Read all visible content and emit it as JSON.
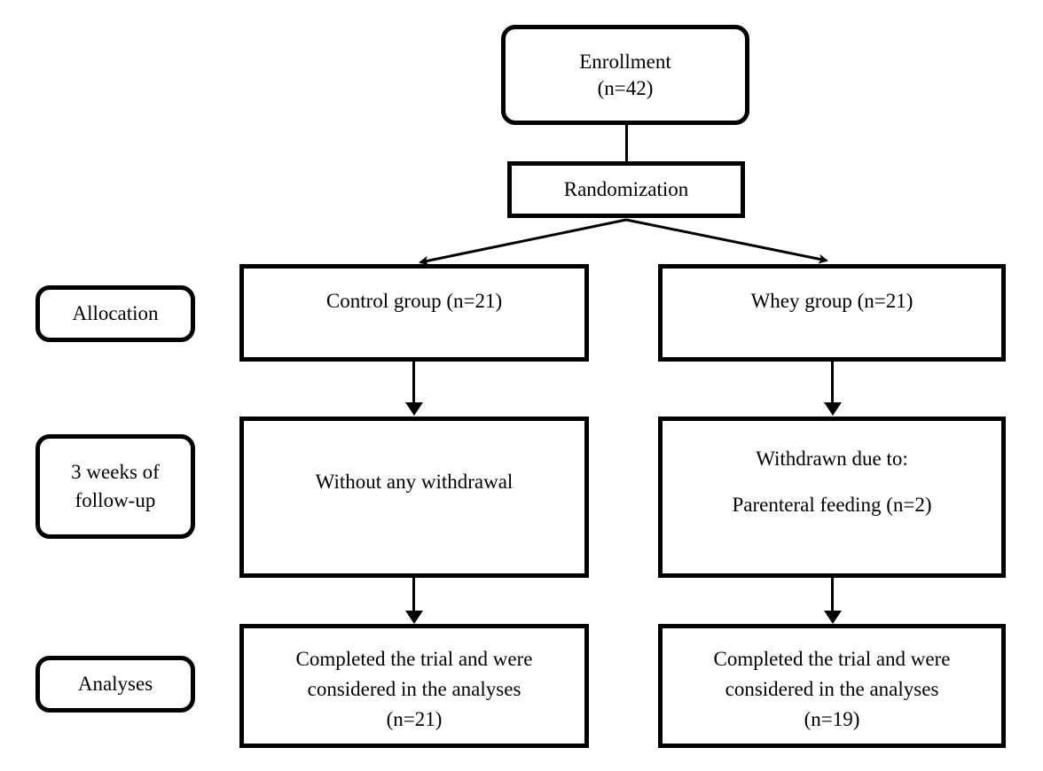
{
  "diagram": {
    "type": "consort-flow-diagram",
    "title": "",
    "stage_labels": [
      {
        "id": "allocation",
        "text": "Allocation"
      },
      {
        "id": "follow-up",
        "text": "3 weeks of\nfollow-up"
      },
      {
        "id": "analyses",
        "text": "Analyses"
      }
    ],
    "nodes": {
      "enrollment": {
        "text": "Enrollment\n(n=42)",
        "n": 42,
        "shape": "rounded"
      },
      "randomization": {
        "text": "Randomization",
        "shape": "rect"
      },
      "control_allocation": {
        "text": "Control group (n=21)",
        "n": 21,
        "shape": "rect"
      },
      "whey_allocation": {
        "text": "Whey group (n=21)",
        "n": 21,
        "shape": "rect"
      },
      "control_followup": {
        "text": "Without any withdrawal",
        "shape": "rect"
      },
      "whey_followup": {
        "text": "Withdrawn due to:\n\nParenteral feeding (n=2)",
        "n": 2,
        "shape": "rect"
      },
      "control_analyses": {
        "text": "Completed the trial and were\nconsidered in the analyses\n(n=21)",
        "n": 21,
        "shape": "rect"
      },
      "whey_analyses": {
        "text": "Completed the trial and were\nconsidered in the analyses\n(n=19)",
        "n": 19,
        "shape": "rect"
      }
    },
    "colors": {
      "border": "#000000",
      "background": "#ffffff",
      "text": "#000000"
    }
  }
}
